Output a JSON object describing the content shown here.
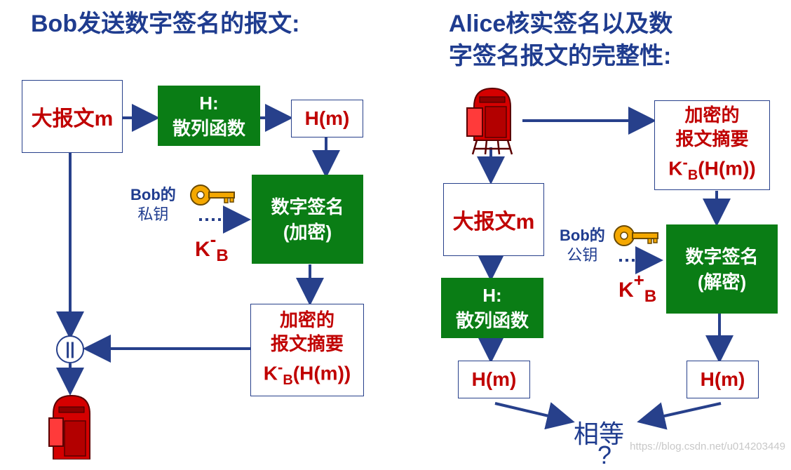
{
  "left": {
    "title": "Bob发送数字签名的报文:",
    "message_box": "大报文m",
    "hash_box": {
      "line1": "H:",
      "line2": "散列函数"
    },
    "hm_box": "H(m)",
    "sign_box": {
      "line1": "数字签名",
      "line2": "(加密)"
    },
    "key_label": {
      "line1": "Bob的",
      "line2": "私钥"
    },
    "key_symbol": {
      "base": "K",
      "sup": "-",
      "sub": "B"
    },
    "digest_box": {
      "line1": "加密的",
      "line2": "报文摘要",
      "kb_base": "K",
      "kb_sup": "-",
      "kb_sub": "B",
      "kb_tail": "(H(m))"
    },
    "combine_symbol": "||"
  },
  "right": {
    "title_line1": "Alice核实签名以及数",
    "title_line2": "字签名报文的完整性:",
    "digest_box": {
      "line1": "加密的",
      "line2": "报文摘要",
      "kb_base": "K",
      "kb_sup": "-",
      "kb_sub": "B",
      "kb_tail": "(H(m))"
    },
    "message_box": "大报文m",
    "hash_box": {
      "line1": "H:",
      "line2": "散列函数"
    },
    "hm_box_left": "H(m)",
    "hm_box_right": "H(m)",
    "verify_box": {
      "line1": "数字签名",
      "line2": "(解密)"
    },
    "key_label": {
      "line1": "Bob的",
      "line2": "公钥"
    },
    "key_symbol": {
      "base": "K",
      "sup": "+",
      "sub": "B"
    },
    "result_label": "相等",
    "result_question": "?"
  },
  "watermark": "https://blog.csdn.net/u014203449",
  "colors": {
    "title": "#1f3c8f",
    "green": "#0a7d15",
    "red": "#c00000",
    "arrow": "#27408b",
    "key": "#f5a800"
  },
  "icons": [
    "key-icon",
    "mailbox-icon",
    "arrow-icon"
  ]
}
